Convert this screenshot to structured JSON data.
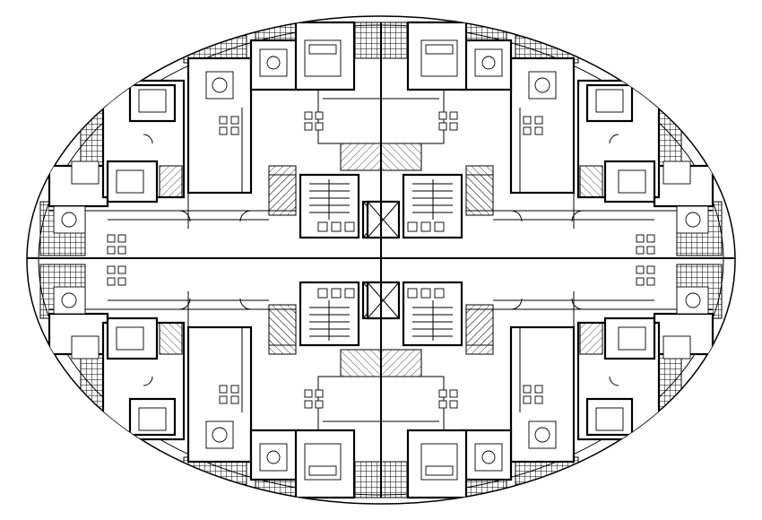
{
  "drawing": {
    "type": "architectural-floor-plan",
    "footprint": "ellipse",
    "symmetry": "four-fold",
    "quadrants": [
      "top-left",
      "top-right",
      "bottom-left",
      "bottom-right"
    ],
    "room_symbols": [
      "bed-icon",
      "dining-table-icon",
      "sofa-set-icon",
      "wc-icon",
      "kitchen-counter-icon",
      "elevator-icon",
      "stair-icon"
    ],
    "colors": {
      "line": "#000000",
      "background": "#ffffff"
    },
    "elevator_count": 4,
    "stair_count": 2
  }
}
